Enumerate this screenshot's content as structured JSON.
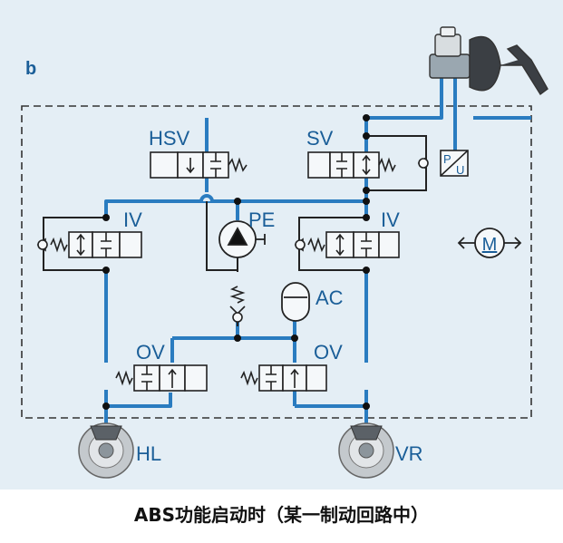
{
  "panel_letter": "b",
  "valves": {
    "hsv": "HSV",
    "sv": "SV",
    "iv_left": "IV",
    "iv_right": "IV",
    "ov_left": "OV",
    "ov_right": "OV"
  },
  "components": {
    "pump": "PE",
    "accumulator": "AC",
    "motor": "M",
    "sensor_p": "P",
    "sensor_u": "U"
  },
  "wheels": {
    "left": "HL",
    "right": "VR"
  },
  "caption": "ABS功能启动时（某一制动回路中）",
  "colors": {
    "hydraulic_line": "#2a7cc0",
    "background": "#e4eef5",
    "label": "#1a5e98",
    "symbol": "#222222"
  }
}
